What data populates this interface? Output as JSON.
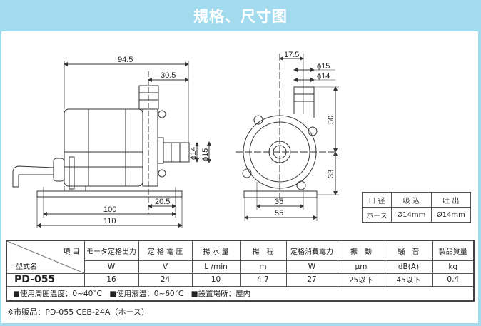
{
  "header": {
    "title": "規格、尺寸图"
  },
  "drawing": {
    "side": {
      "dim_total": "94.5",
      "dim_outlet": "30.5",
      "dim_d14": "ϕ14",
      "dim_d15": "ϕ15",
      "dim_base_offset": "20.5",
      "dim_100": "100",
      "dim_110": "110"
    },
    "front": {
      "dim_offset": "17.5",
      "dim_d15": "ϕ15",
      "dim_d14": "ϕ14",
      "dim_50": "50",
      "dim_33": "33",
      "dim_35": "35",
      "dim_55": "55"
    }
  },
  "ports_table": {
    "headers": [
      "口 径",
      "吸 込",
      "吐 出"
    ],
    "row": [
      "ホース",
      "Ø14mm",
      "Ø14mm"
    ]
  },
  "specs_table": {
    "corner_top": "項 目",
    "corner_bottom": "型式名",
    "headers": [
      "モータ定格出力",
      "定 格 電 圧",
      "揚 水 量",
      "揚　程",
      "定格消費電力",
      "振　動",
      "騒　音",
      "製品質量"
    ],
    "units": [
      "W",
      "V",
      "L /min",
      "m",
      "W",
      "µm",
      "dB(A)",
      "kg"
    ],
    "model": "PD-055",
    "values": [
      "16",
      "24",
      "10",
      "4.7",
      "27",
      "25以下",
      "45以下",
      "0.4"
    ],
    "note": "■使用周囲温度：0~40˚C　■使用液温：0~60˚C　■設置場所：屋内"
  },
  "footnote": "※市販品：PD-055 CEB-24A（ホース）"
}
